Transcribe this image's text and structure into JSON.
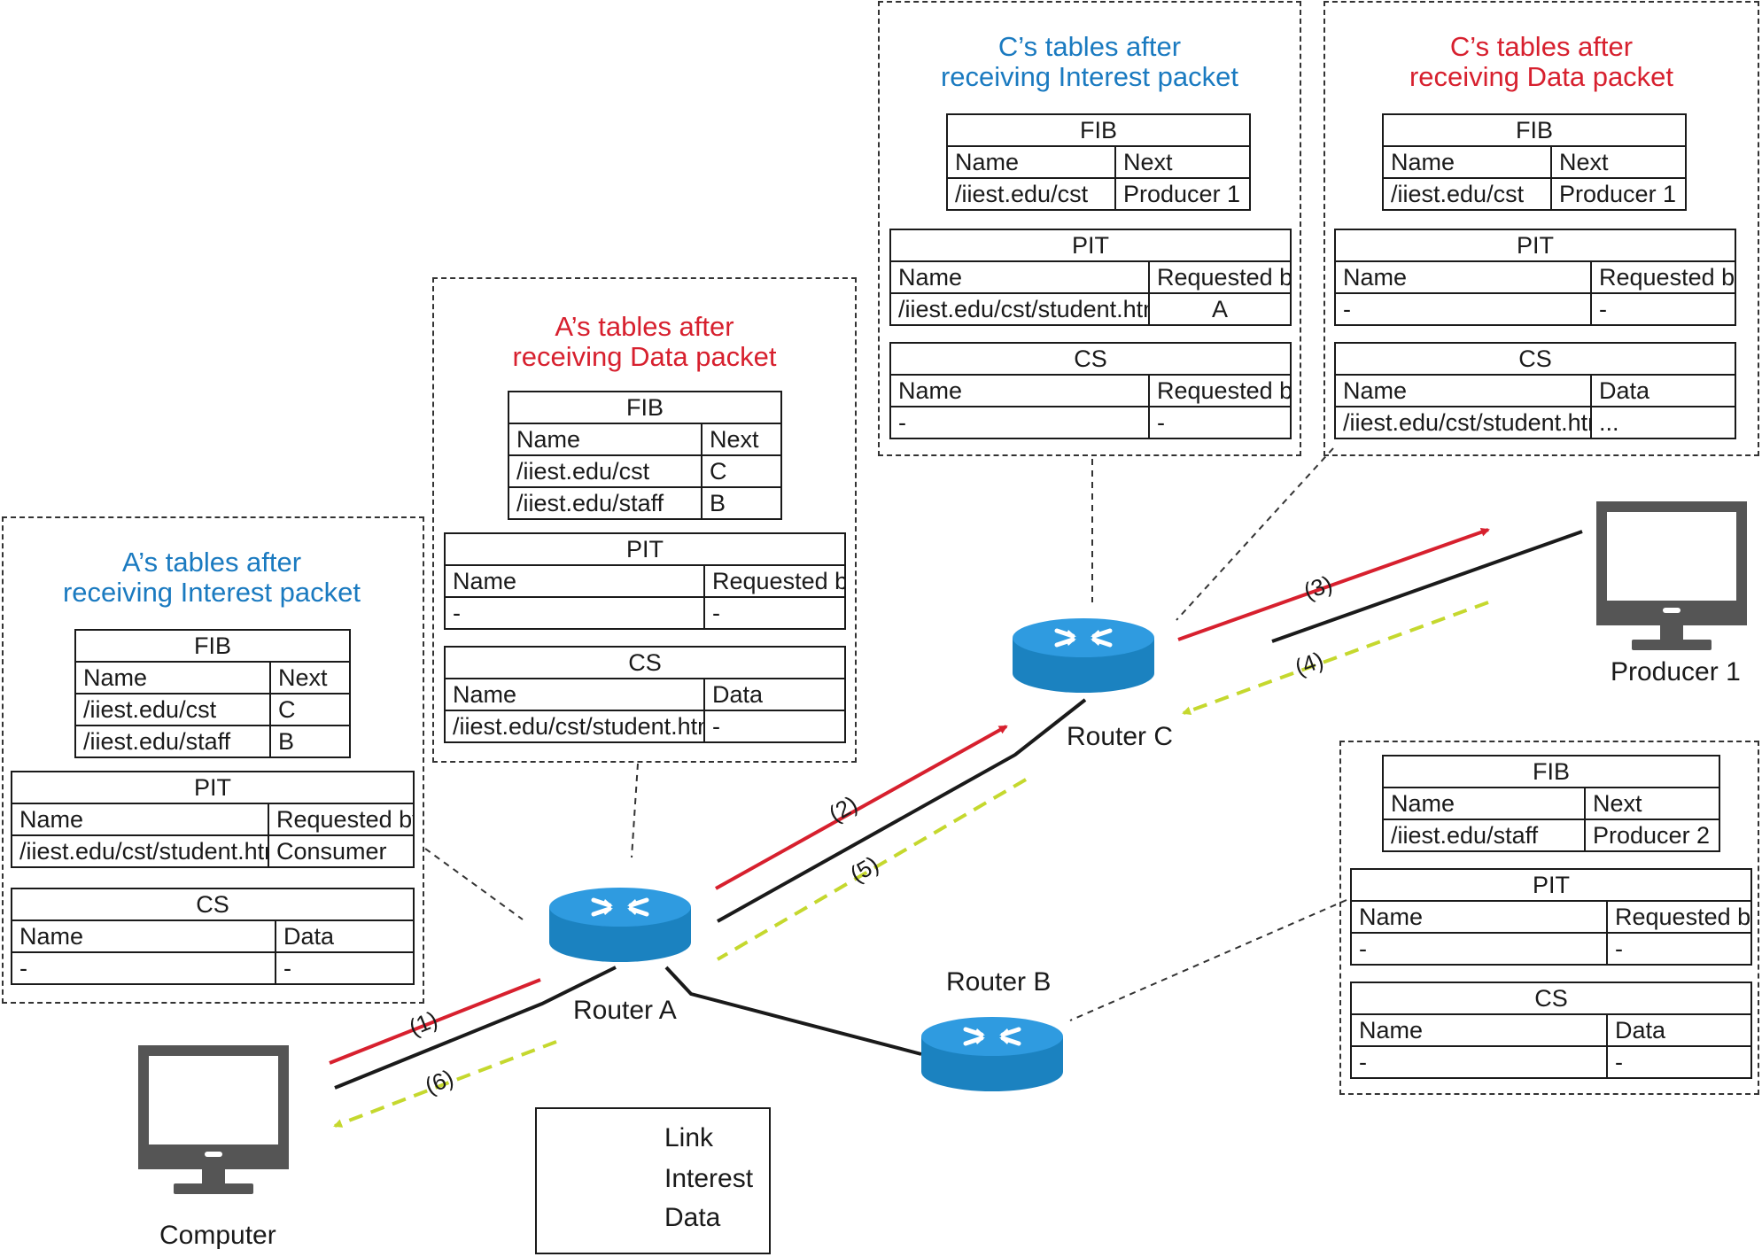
{
  "panels": {
    "a_interest": {
      "title": "A’s tables after\nreceiving Interest packet",
      "title_color": "#1a7ac0",
      "fib": {
        "header": "FIB",
        "cols": [
          "Name",
          "Next"
        ],
        "rows": [
          [
            "/iiest.edu/cst",
            "C"
          ],
          [
            "/iiest.edu/staff",
            "B"
          ]
        ]
      },
      "pit": {
        "header": "PIT",
        "cols": [
          "Name",
          "Requested by"
        ],
        "rows": [
          [
            "/iiest.edu/cst/student.htm",
            "Consumer"
          ]
        ]
      },
      "cs": {
        "header": "CS",
        "cols": [
          "Name",
          "Data"
        ],
        "rows": [
          [
            "-",
            "-"
          ]
        ]
      }
    },
    "a_data": {
      "title": "A’s tables after\nreceiving Data packet",
      "title_color": "#d7202e",
      "fib": {
        "header": "FIB",
        "cols": [
          "Name",
          "Next"
        ],
        "rows": [
          [
            "/iiest.edu/cst",
            "C"
          ],
          [
            "/iiest.edu/staff",
            "B"
          ]
        ]
      },
      "pit": {
        "header": "PIT",
        "cols": [
          "Name",
          "Requested by"
        ],
        "rows": [
          [
            "-",
            "-"
          ]
        ]
      },
      "cs": {
        "header": "CS",
        "cols": [
          "Name",
          "Data"
        ],
        "rows": [
          [
            "/iiest.edu/cst/student.htm",
            "-"
          ]
        ]
      }
    },
    "c_interest": {
      "title": "C’s tables after\nreceiving Interest packet",
      "title_color": "#1a7ac0",
      "fib": {
        "header": "FIB",
        "cols": [
          "Name",
          "Next"
        ],
        "rows": [
          [
            "/iiest.edu/cst",
            "Producer 1"
          ]
        ]
      },
      "pit": {
        "header": "PIT",
        "cols": [
          "Name",
          "Requested by"
        ],
        "rows": [
          [
            "/iiest.edu/cst/student.htm",
            "A"
          ]
        ]
      },
      "cs": {
        "header": "CS",
        "cols": [
          "Name",
          "Requested by"
        ],
        "rows": [
          [
            "-",
            "-"
          ]
        ]
      }
    },
    "c_data": {
      "title": "C’s tables after\nreceiving Data packet",
      "title_color": "#d7202e",
      "fib": {
        "header": "FIB",
        "cols": [
          "Name",
          "Next"
        ],
        "rows": [
          [
            "/iiest.edu/cst",
            "Producer 1"
          ]
        ]
      },
      "pit": {
        "header": "PIT",
        "cols": [
          "Name",
          "Requested by"
        ],
        "rows": [
          [
            "-",
            "-"
          ]
        ]
      },
      "cs": {
        "header": "CS",
        "cols": [
          "Name",
          "Data"
        ],
        "rows": [
          [
            "/iiest.edu/cst/student.htm",
            "..."
          ]
        ]
      }
    },
    "b_tables": {
      "fib": {
        "header": "FIB",
        "cols": [
          "Name",
          "Next"
        ],
        "rows": [
          [
            "/iiest.edu/staff",
            "Producer 2"
          ]
        ]
      },
      "pit": {
        "header": "PIT",
        "cols": [
          "Name",
          "Requested by"
        ],
        "rows": [
          [
            "-",
            "-"
          ]
        ]
      },
      "cs": {
        "header": "CS",
        "cols": [
          "Name",
          "Data"
        ],
        "rows": [
          [
            "-",
            "-"
          ]
        ]
      }
    }
  },
  "nodes": {
    "router_a": "Router A",
    "router_b": "Router B",
    "router_c": "Router C",
    "computer": "Computer",
    "producer1": "Producer 1"
  },
  "edge_labels": {
    "e1": "(1)",
    "e2": "(2)",
    "e3": "(3)",
    "e4": "(4)",
    "e5": "(5)",
    "e6": "(6)"
  },
  "legend": {
    "link": "Link",
    "interest": "Interest",
    "data": "Data"
  },
  "colors": {
    "link": "#1a1a1a",
    "interest": "#d7202e",
    "data": "#c5d82e",
    "router_blue": "#1b82c0",
    "router_top": "#2f9be0",
    "monitor": "#555555"
  }
}
